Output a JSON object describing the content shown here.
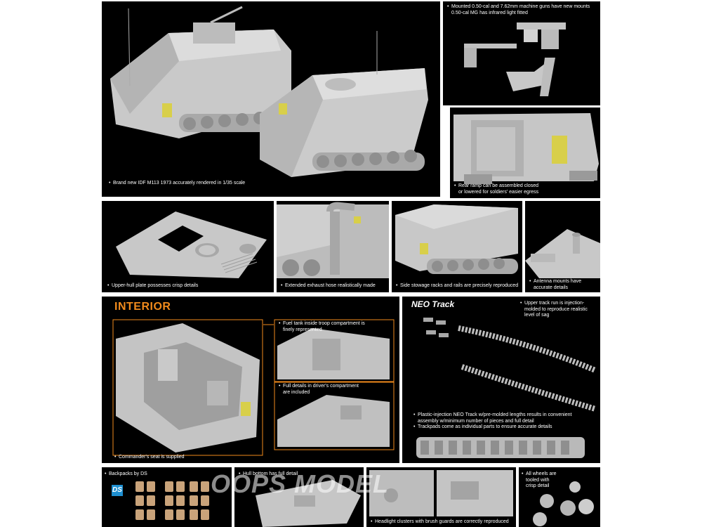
{
  "captions": {
    "main": "Brand new IDF M113 1973 accurately rendered in 1/35 scale",
    "mg_1": "Mounted 0.50-cal and 7.62mm machine guns have new mounts",
    "mg_2": "0.50-cal MG has infrared light fitted",
    "ramp_1": "Rear ramp can be assembled closed",
    "ramp_2": "or lowered for soldiers' easier egress",
    "upper_hull": "Upper-hull plate possesses crisp details",
    "exhaust": "Extended exhaust hose realistically made",
    "stowage": "Side stowage racks and rails are precisely reproduced",
    "antenna_1": "Antenna mounts have",
    "antenna_2": "accurate details",
    "interior_title": "INTERIOR",
    "commander": "Commander's seat is supplied",
    "fuel_1": "Fuel tank inside troop compartment is",
    "fuel_2": "finely represented",
    "driver_1": "Full details in driver's compartment",
    "driver_2": "are included",
    "neo_title": "NEO Track",
    "neo_sag_1": "Upper track run is injection-",
    "neo_sag_2": "molded to reproduce realistic",
    "neo_sag_3": "level of sag",
    "neo_track_1": "Plastic-injection NEO Track w/pre-molded lengths results in convenient",
    "neo_track_2": "assembly w/minimum number of pieces and full detail",
    "neo_track_3": "Trackpads come as individual parts to ensure accurate details",
    "backpacks": "Backpacks by DS",
    "hull_bottom": "Hull bottom has full detail",
    "headlight": "Headlight clusters with brush guards are correctly reproduced",
    "wheels_1": "All wheels are",
    "wheels_2": "tooled with",
    "wheels_3": "crisp detail"
  },
  "logo_text": "DS",
  "watermark": "OOPS MODEL",
  "colors": {
    "panel_bg": "#000000",
    "model_gray": "#c8c8c8",
    "accent_orange": "#f08a1c",
    "caption_text": "#ffffff",
    "ds_blue": "#1e8fd0"
  }
}
